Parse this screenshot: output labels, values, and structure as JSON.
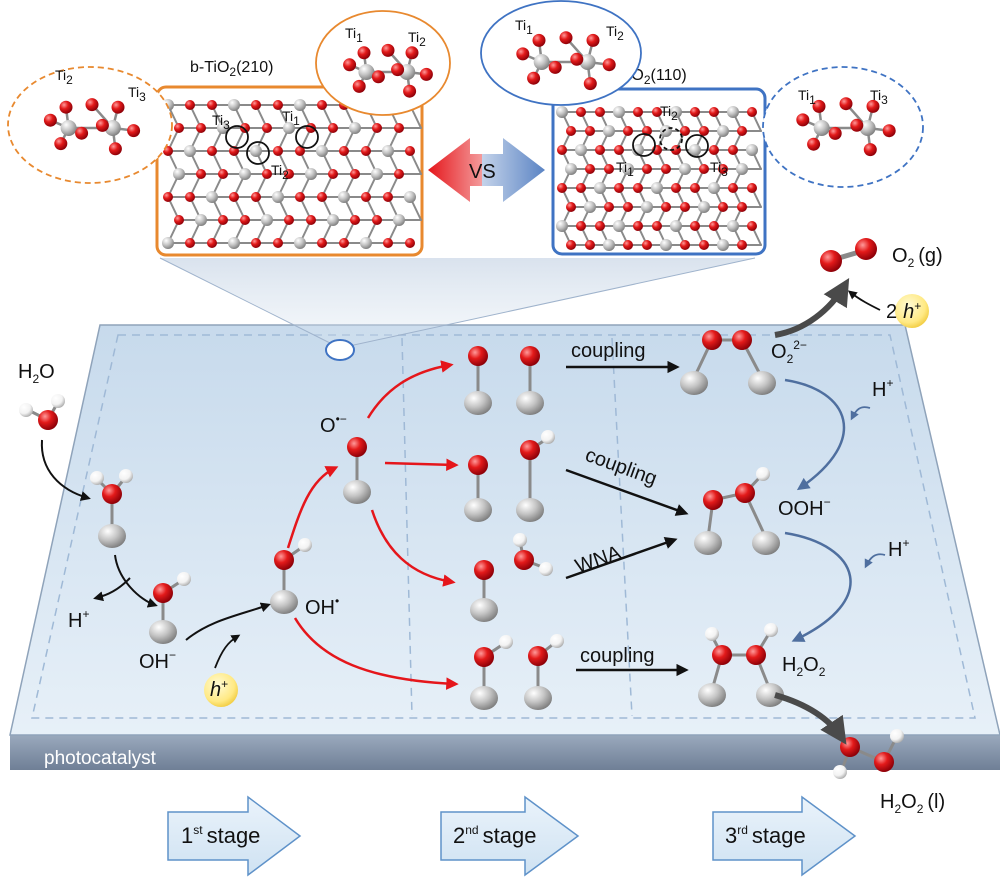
{
  "colors": {
    "oxygen": "#e0101a",
    "titanium": "#b8b8b8",
    "hydrogen": "#ffffff",
    "orange": "#e8892f",
    "blue": "#3f73c3",
    "red_arrow": "#e5161b",
    "steel_arrow": "#4f6f9f",
    "surface": "#dce9f5",
    "surface_edge": "#7e8da3"
  },
  "panels": {
    "left_title_main": "b-TiO",
    "left_title_sub": "2",
    "left_title_tail": "(210)",
    "right_title_main": "r-TiO",
    "right_title_sub": "2",
    "right_title_tail": "(110)",
    "vs": "VS"
  },
  "ti_labels": {
    "ti": "Ti",
    "n1": "1",
    "n2": "2",
    "n3": "3"
  },
  "surface_label": "photocatalyst",
  "species": {
    "h2o_main": "H",
    "h2o_sub": "2",
    "h2o_tail": "O",
    "h_plus": "H",
    "plus": "+",
    "minus": "−",
    "dot": "•",
    "dot_minus": "•−",
    "oh_minus": "OH",
    "oh_radical": "OH",
    "o_radical": "O",
    "hole": "h",
    "two": "2",
    "o2_main": "O",
    "o2_sub": "2",
    "o2_tail": "(g)",
    "o22_main": "O",
    "o22_sub": "2",
    "o22_sup": "2−",
    "ooh": "OOH",
    "h2o2_main": "H",
    "h2o2_sub": "2",
    "h2o2_mid": "O",
    "h2o2_tail": "(l)"
  },
  "reactions": {
    "coupling": "coupling",
    "wna": "WNA"
  },
  "stages": [
    {
      "num": "1",
      "sup": "st",
      "word": "stage"
    },
    {
      "num": "2",
      "sup": "nd",
      "word": "stage"
    },
    {
      "num": "3",
      "sup": "rd",
      "word": "stage"
    }
  ]
}
